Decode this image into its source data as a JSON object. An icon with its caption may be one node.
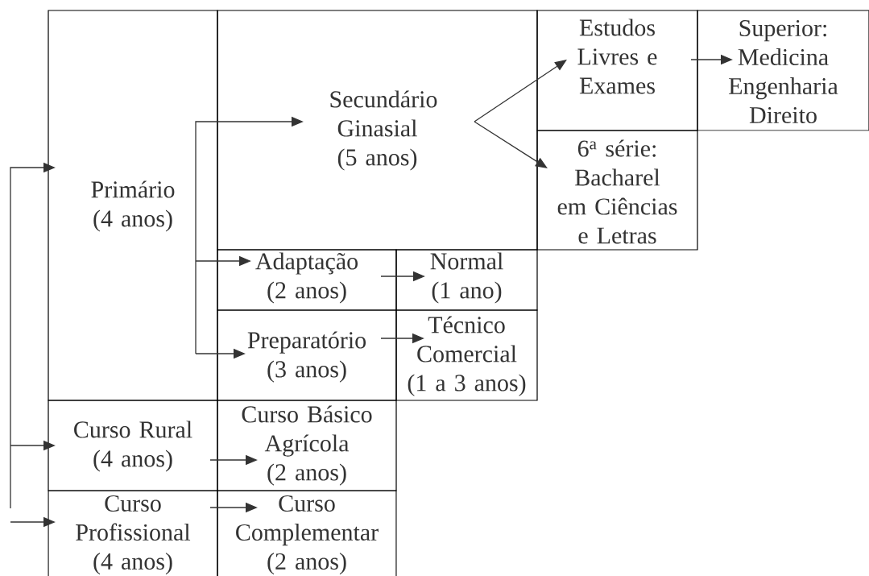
{
  "diagram": {
    "nodes": [
      {
        "text": [
          "Primário (4 anos)"
        ]
      },
      {
        "text": [
          "Secundário Ginasial (5 anos)"
        ]
      },
      {
        "text": [
          "Estudos Livres e Exames"
        ]
      },
      {
        "text": [
          "Superior: Medicina Engenharia Direito"
        ]
      },
      {
        "text": [
          "6$^{a}$ série: Bacharel em Ciências e Letras"
        ]
      },
      {
        "text": [
          "Adaptação (2 anos)"
        ]
      },
      {
        "text": [
          "Normal (1 ano)"
        ]
      },
      {
        "text": [
          "Preparatório (3 anos)"
        ]
      },
      {
        "text": [
          "Técnico Comercial (1 a 3 anos)"
        ]
      },
      {
        "text": [
          "Curso Rural (4 anos)"
        ]
      },
      {
        "text": [
          "Curso Básico Agrícola (2 anos)"
        ]
      },
      {
        "text": [
          "Curso Profissional (4 anos)"
        ]
      },
      {
        "text": [
          "Curso Complementar (2 anos)"
        ]
      }
    ],
    "edges": [
      {
        "from": null,
        "to": 0,
        "arrow": "to"
      },
      {
        "from": null,
        "to": 9,
        "arrow": "to"
      },
      {
        "from": null,
        "to": 11,
        "arrow": "to"
      },
      {
        "from": 0,
        "to": 1,
        "arrow": "to"
      },
      {
        "from": 0,
        "to": 5,
        "arrow": "to"
      },
      {
        "from": 0,
        "to": 7,
        "arrow": "to"
      },
      {
        "from": 1,
        "to": 2,
        "arrow": "to"
      },
      {
        "from": 1,
        "to": 4,
        "arrow": "to"
      },
      {
        "from": 2,
        "to": 3,
        "arrow": "to"
      },
      {
        "from": 5,
        "to": 6,
        "arrow": "to"
      },
      {
        "from": 7,
        "to": 8,
        "arrow": "to"
      },
      {
        "from": 9,
        "to": 10,
        "arrow": "to"
      },
      {
        "from": 11,
        "to": 12,
        "arrow": "to"
      }
    ]
  }
}
